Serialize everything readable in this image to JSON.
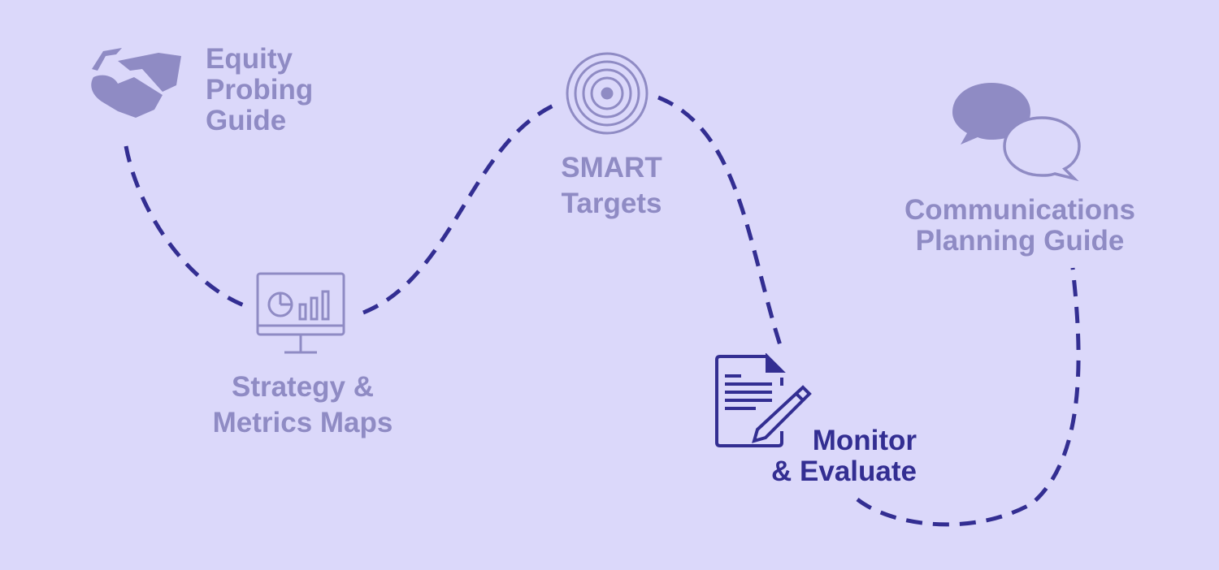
{
  "colors": {
    "background": "#dbd8fa",
    "muted": "#8f8bc4",
    "active": "#332e92"
  },
  "steps": [
    {
      "line1": "Equity",
      "line2": "Probing",
      "line3": "Guide",
      "icon": "handshake-icon"
    },
    {
      "line1": "Strategy &",
      "line2": "Metrics Maps",
      "icon": "monitor-chart-icon"
    },
    {
      "line1": "SMART",
      "line2": "Targets",
      "icon": "target-icon"
    },
    {
      "line1": "Monitor",
      "line2": "& Evaluate",
      "icon": "document-pencil-icon"
    },
    {
      "line1": "Communications",
      "line2": "Planning Guide",
      "icon": "speech-bubbles-icon"
    }
  ]
}
